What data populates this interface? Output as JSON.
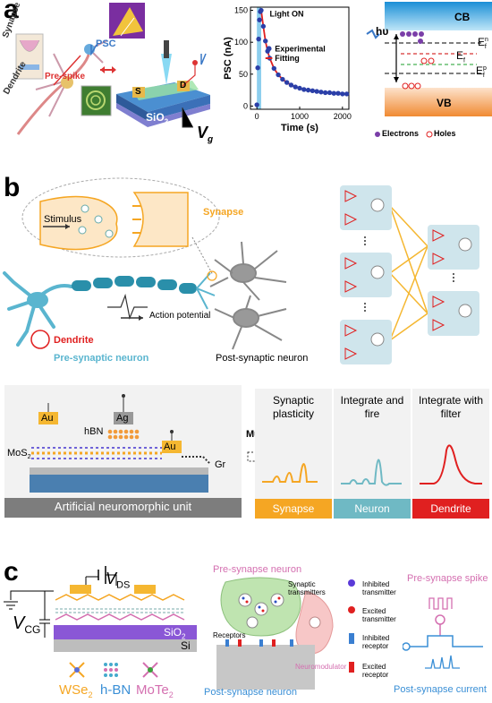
{
  "panel_a": {
    "letter": "a",
    "schematic": {
      "synapse": "Synapse",
      "dendrite": "Dendrite",
      "pre_spike": "Pre-spike",
      "psc": "PSC",
      "s": "S",
      "d": "D",
      "sio2": "SiO",
      "sio2_sub": "2",
      "vg": "V",
      "vg_sub": "g"
    },
    "band": {
      "cb": "CB",
      "vb": "VB",
      "hv": "hυ",
      "efn": "E",
      "efn_sub": "f",
      "efn_sup": "n",
      "ef": "E",
      "ef_sub": "f",
      "efp": "E",
      "efp_sub": "f",
      "efp_sup": "p",
      "electrons": "Electrons",
      "holes": "Holes"
    }
  },
  "chart_data": {
    "type": "line",
    "xlabel": "Time (s)",
    "ylabel": "PSC (nA)",
    "xlim": [
      -150,
      2150
    ],
    "ylim": [
      -5,
      155
    ],
    "xticks": [
      0,
      1000,
      2000
    ],
    "yticks": [
      0,
      50,
      100,
      150
    ],
    "annotation": "Light ON",
    "legend": [
      "Experimental",
      "Fitting"
    ],
    "series": [
      {
        "name": "Experimental",
        "x": [
          0,
          20,
          40,
          60,
          80,
          100,
          150,
          200,
          250,
          300,
          400,
          500,
          600,
          700,
          800,
          900,
          1000,
          1100,
          1200,
          1300,
          1400,
          1500,
          1600,
          1700,
          1800,
          1900,
          2000,
          2100
        ],
        "y": [
          2,
          60,
          105,
          135,
          148,
          150,
          125,
          102,
          86,
          75,
          59,
          49,
          42,
          37,
          33,
          30,
          28,
          26,
          25,
          24,
          23,
          22,
          21,
          21,
          20,
          20,
          19,
          19
        ]
      },
      {
        "name": "Fitting",
        "x": [
          100,
          150,
          200,
          250,
          300,
          400,
          500,
          600,
          700,
          800,
          900,
          1000,
          1100,
          1200,
          1300,
          1400,
          1500,
          1600,
          1700,
          1800,
          1900,
          2000,
          2100
        ],
        "y": [
          150,
          125,
          102,
          86,
          75,
          59,
          49,
          42,
          37,
          33,
          30,
          28,
          26,
          25,
          24,
          23,
          22,
          21,
          21,
          20,
          20,
          19,
          19
        ]
      }
    ]
  },
  "panel_b": {
    "letter": "b",
    "stimulus": "Stimulus",
    "synapse": "Synapse",
    "action_potential": "Action potential",
    "dendrite": "Dendrite",
    "pre_neuron": "Pre-synaptic neuron",
    "post_neuron": "Post-synaptic neuron",
    "au": "Au",
    "ag": "Ag",
    "hbn": "hBN",
    "mos2": "MoS",
    "mos2_sub": "2",
    "gr": "Gr",
    "multimode": "Multimode",
    "unit_caption": "Artificial neuromorphic unit",
    "modes": [
      {
        "title": "Synaptic plasticity",
        "footer": "Synapse",
        "color": "#f5a623"
      },
      {
        "title": "Integrate and fire",
        "footer": "Neuron",
        "color": "#6fb9c4"
      },
      {
        "title": "Integrate with filter",
        "footer": "Dendrite",
        "color": "#e02020"
      }
    ]
  },
  "panel_c": {
    "letter": "c",
    "vds": "V",
    "vds_sub": "DS",
    "vcg": "V",
    "vcg_sub": "CG",
    "sio2": "SiO",
    "sio2_sub": "2",
    "si": "Si",
    "wse2": "WSe",
    "wse2_sub": "2",
    "hbn": "h-BN",
    "mote2": "MoTe",
    "mote2_sub": "2",
    "pre_neuron": "Pre-synapse neuron",
    "synaptic_tx": "Synaptic transmitters",
    "receptors": "Receptors",
    "neuromodulator": "Neuromodulator",
    "post_neuron": "Post-synapse neuron",
    "legend": [
      "Inhibited transmitter",
      "Excited transmitter",
      "Inhibited receptor",
      "Excited receptor"
    ],
    "pre_spike": "Pre-synapse spike",
    "post_current": "Post-synapse current"
  }
}
